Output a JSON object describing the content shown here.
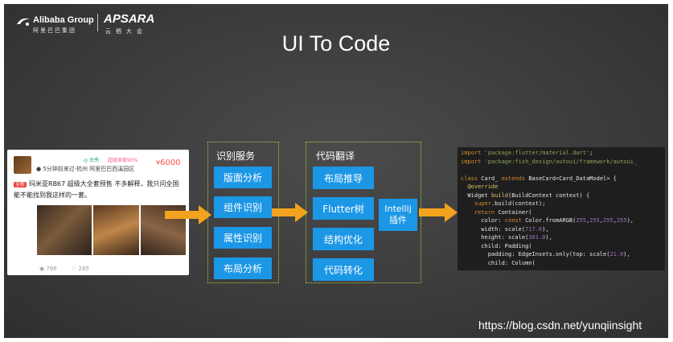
{
  "header": {
    "alibaba_logo_text": "Alibaba Group",
    "alibaba_logo_sub": "阿里巴巴集团",
    "apsara_logo_text": "APSARA",
    "apsara_logo_sub": "云 栖 大 会"
  },
  "slide_title": "UI To Code",
  "card": {
    "name": "● 5分钟前来过·杭州 阿里巴巴西溪园区",
    "tag_green": "◎ 优秀",
    "tag_pink": "超级卖家90%",
    "price_symbol": "¥",
    "price": "6000",
    "badge": "全新",
    "description": "玛米亚RB67 超级大全套预售 不多解释，我只问全国能不能找到我这样的一套。",
    "views": "796",
    "likes": "285"
  },
  "recognition": {
    "title": "识别服务",
    "items": [
      "版面分析",
      "组件识别",
      "属性识别",
      "布局分析"
    ]
  },
  "translation": {
    "title": "代码翻译",
    "items": [
      "布局推导",
      "Flutter树",
      "结构优化",
      "代码转化"
    ],
    "plugin_line1": "Intellij",
    "plugin_line2": "插件"
  },
  "code_lines": [
    [
      {
        "t": "import ",
        "c": "kw"
      },
      {
        "t": "'package:flutter/material.dart'",
        "c": "str"
      },
      {
        "t": ";",
        "c": "plain"
      }
    ],
    [
      {
        "t": "import ",
        "c": "kw"
      },
      {
        "t": "'package:fish_design/autoui/framework/autoui_",
        "c": "str"
      }
    ],
    [
      {
        "t": "",
        "c": "plain"
      }
    ],
    [
      {
        "t": "class ",
        "c": "kw"
      },
      {
        "t": "Card_ ",
        "c": "plain"
      },
      {
        "t": "extends ",
        "c": "kw"
      },
      {
        "t": "BaseCard<Card_DataModel> {",
        "c": "plain"
      }
    ],
    [
      {
        "t": "  @override",
        "c": "fn"
      }
    ],
    [
      {
        "t": "  Widget ",
        "c": "plain"
      },
      {
        "t": "build",
        "c": "fn"
      },
      {
        "t": "(BuildContext context) {",
        "c": "plain"
      }
    ],
    [
      {
        "t": "    super",
        "c": "kw"
      },
      {
        "t": ".build(context);",
        "c": "plain"
      }
    ],
    [
      {
        "t": "    return ",
        "c": "kw"
      },
      {
        "t": "Container(",
        "c": "plain"
      }
    ],
    [
      {
        "t": "      color: ",
        "c": "plain"
      },
      {
        "t": "const ",
        "c": "kw"
      },
      {
        "t": "Color.fromARGB(",
        "c": "plain"
      },
      {
        "t": "255",
        "c": "num"
      },
      {
        "t": ",",
        "c": "plain"
      },
      {
        "t": "255",
        "c": "num"
      },
      {
        "t": ",",
        "c": "plain"
      },
      {
        "t": "255",
        "c": "num"
      },
      {
        "t": ",",
        "c": "plain"
      },
      {
        "t": "255",
        "c": "num"
      },
      {
        "t": "),",
        "c": "plain"
      }
    ],
    [
      {
        "t": "      width: scale(",
        "c": "plain"
      },
      {
        "t": "717.0",
        "c": "num"
      },
      {
        "t": "),",
        "c": "plain"
      }
    ],
    [
      {
        "t": "      height: scale(",
        "c": "plain"
      },
      {
        "t": "301.0",
        "c": "num"
      },
      {
        "t": "),",
        "c": "plain"
      }
    ],
    [
      {
        "t": "      child: Padding(",
        "c": "plain"
      }
    ],
    [
      {
        "t": "        padding: EdgeInsets.only(top: scale(",
        "c": "plain"
      },
      {
        "t": "21.0",
        "c": "num"
      },
      {
        "t": "),",
        "c": "plain"
      }
    ],
    [
      {
        "t": "        child: Column(",
        "c": "plain"
      }
    ]
  ],
  "watermark": "https://blog.csdn.net/yunqiinsight",
  "colors": {
    "accent_blue": "#1c97e6",
    "arrow_orange": "#f4a21d",
    "dotted_green": "#a8d448"
  },
  "icons": {
    "arrow": "right-arrow-icon",
    "views": "eye-icon",
    "likes": "heart-icon"
  }
}
